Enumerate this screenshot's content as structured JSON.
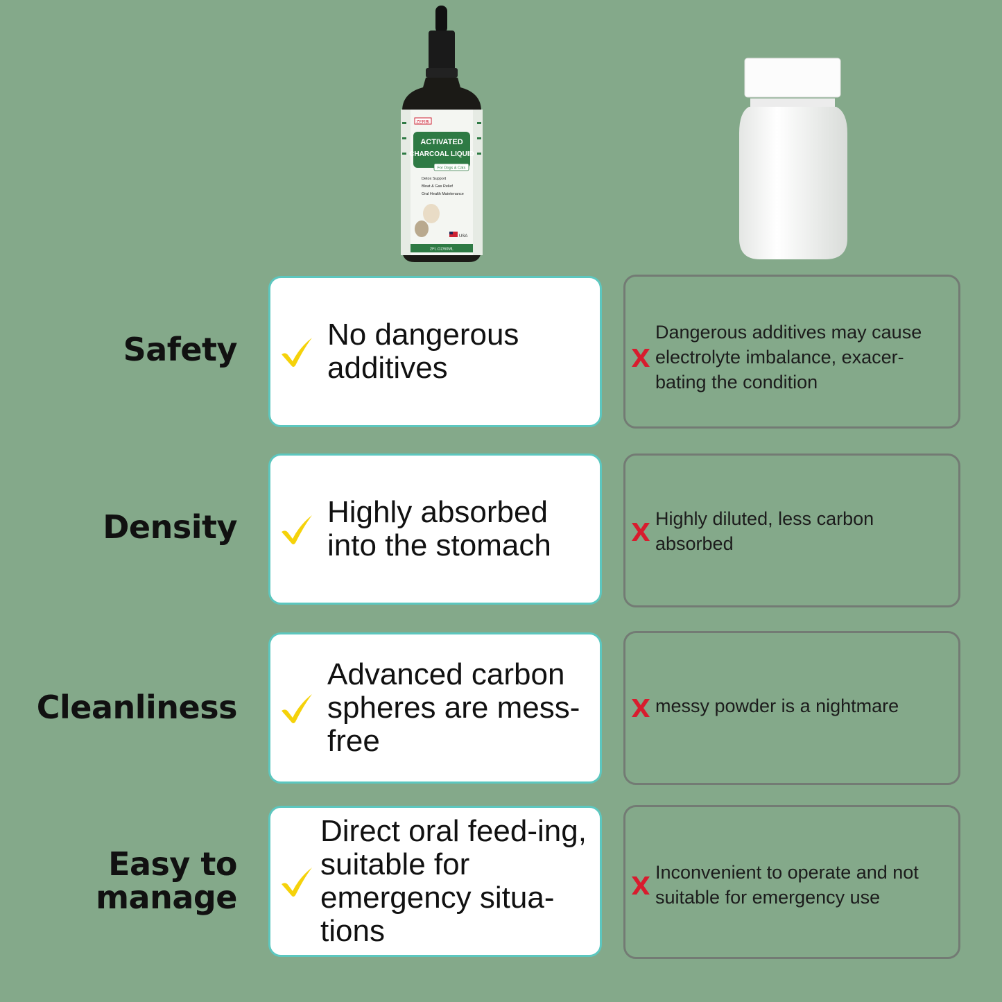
{
  "products": {
    "dropper": {
      "brand": "ZERBI",
      "name_line1": "ACTIVATED",
      "name_line2": "CHARCOAL LIQUID",
      "audience": "For Dogs & Cats",
      "benefits": [
        "Detox Support",
        "Bloat & Gas Relief",
        "Oral Health Maintenance"
      ],
      "origin": "USA",
      "volume": "2FL.OZ/60ML"
    }
  },
  "rows": [
    {
      "label": "Safety",
      "good": "No dangerous additives",
      "bad": "Dangerous additives may cause electrolyte imbalance, exacer-bating the condition"
    },
    {
      "label": "Density",
      "good": "Highly absorbed into the stomach",
      "bad": "Highly diluted, less carbon absorbed"
    },
    {
      "label": "Cleanliness",
      "good": "Advanced carbon spheres are mess-free",
      "bad": "messy powder is a nightmare"
    },
    {
      "label": "Easy to manage",
      "good": "Direct oral feed-ing, suitable for emergency situa-tions",
      "bad": "Inconvenient to operate and not suitable for emergency use"
    }
  ],
  "colors": {
    "background": "#84a98a",
    "check": "#f5d20a",
    "cross": "#d81c2e",
    "good_border": "#5cc7bf",
    "bad_border": "#737b74"
  },
  "icons": {
    "good": "check-icon",
    "bad": "x-icon"
  }
}
